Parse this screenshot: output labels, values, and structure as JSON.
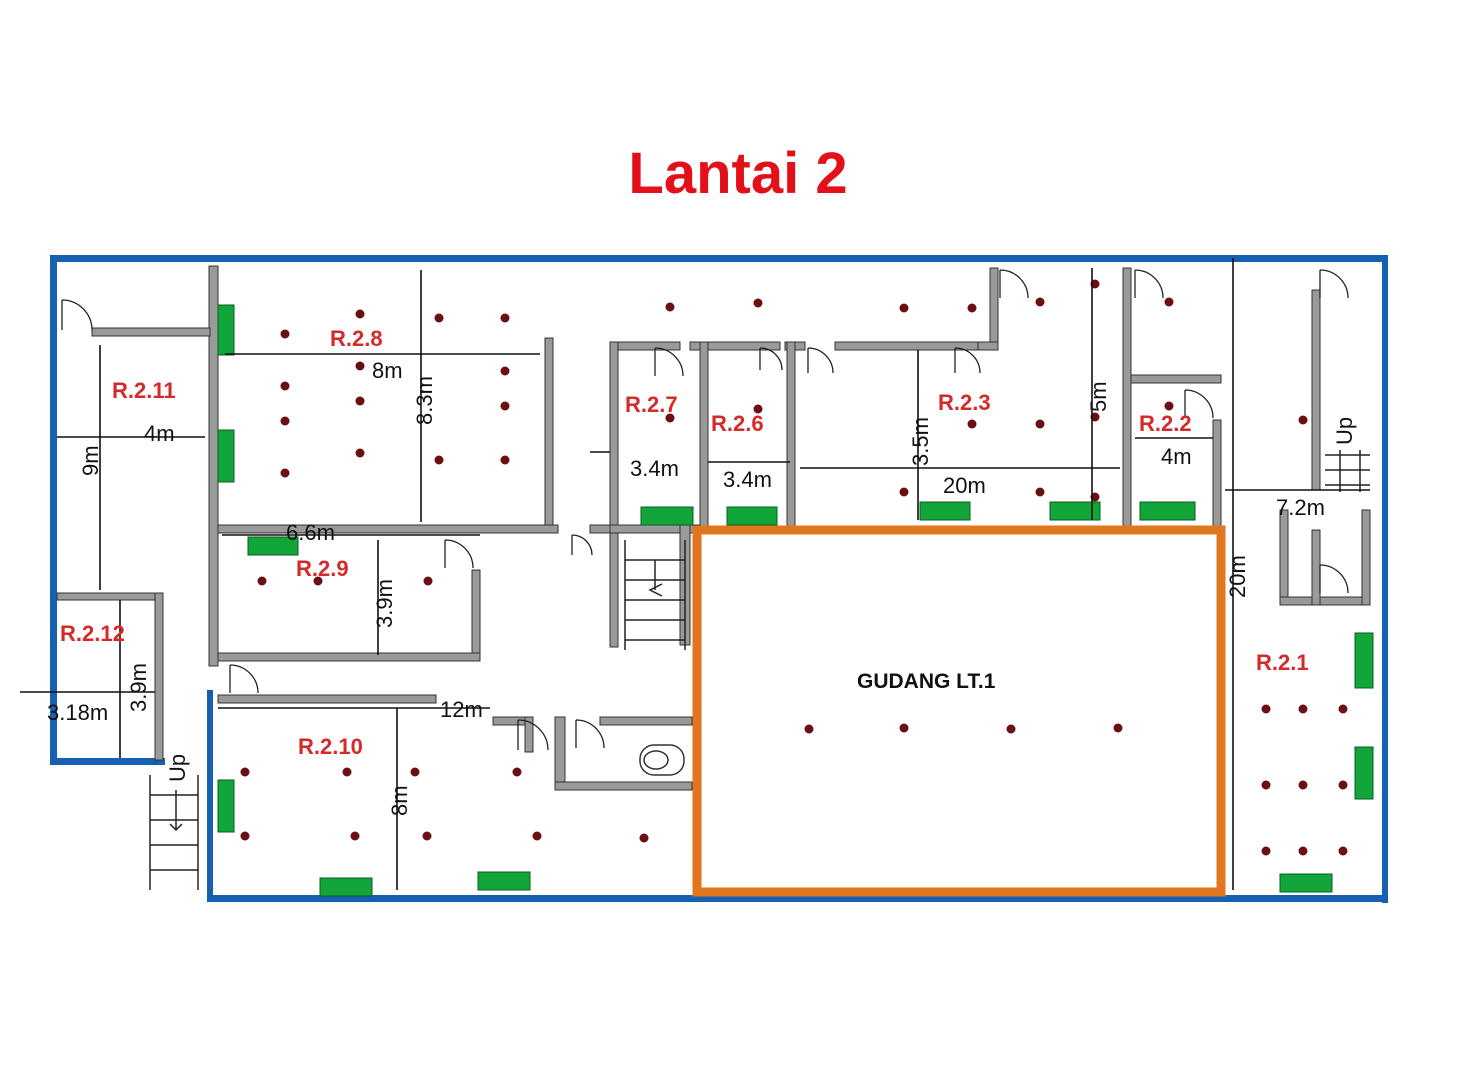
{
  "title": "Lantai 2",
  "rooms": {
    "r211": "R.2.11",
    "r28": "R.2.8",
    "r29": "R.2.9",
    "r212": "R.2.12",
    "r210": "R.2.10",
    "r27": "R.2.7",
    "r26": "R.2.6",
    "r23": "R.2.3",
    "r22": "R.2.2",
    "r21": "R.2.1",
    "gudang": "GUDANG LT.1"
  },
  "dimensions": {
    "r211_width": "4m",
    "r211_height": "9m",
    "r28_width": "8m",
    "r28_height": "8.3m",
    "r29_width": "6.6m",
    "r29_height": "3.9m",
    "r212_width": "3.18m",
    "r212_height": "3.9m",
    "r210_width": "12m",
    "r210_height": "8m",
    "r27_width": "3.4m",
    "r26_width": "3.4m",
    "r23_width": "20m",
    "r23_height": "3.5m",
    "r23_full_height": "5m",
    "r22_width": "4m",
    "r21_width": "7.2m",
    "r21_height": "20m"
  },
  "stairs": {
    "up_left": "Up",
    "up_right": "Up"
  },
  "colors": {
    "title": "#e3101a",
    "room_label": "#d42a2a",
    "outer_wall": "#1560b0",
    "gudang_wall": "#e0761e",
    "ac_unit": "#12a63a",
    "light": "#6b0f12"
  }
}
